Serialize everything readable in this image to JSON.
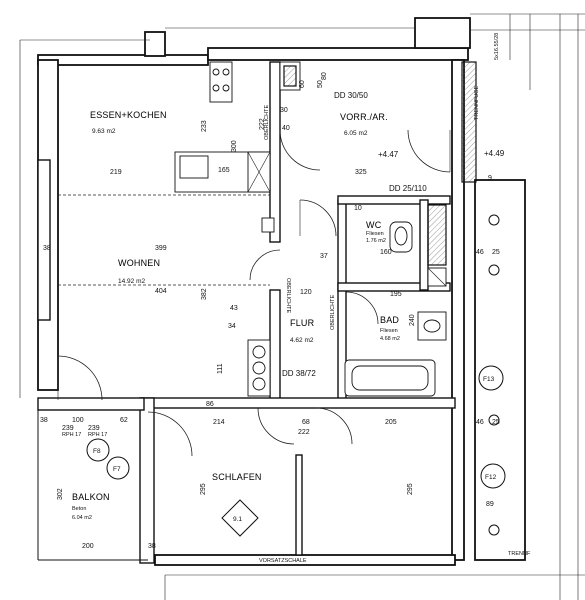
{
  "rooms": {
    "essen_kochen": {
      "name": "ESSEN+KOCHEN",
      "area": "9.63 m2"
    },
    "vorraum": {
      "name": "VORR./AR.",
      "area": "6.05 m2"
    },
    "wohnen": {
      "name": "WOHNEN",
      "area": "14.92 m2"
    },
    "wc": {
      "name": "WC",
      "floor": "Fliesen",
      "area": "1.76 m2"
    },
    "bad": {
      "name": "BAD",
      "floor": "Fliesen",
      "area": "4.68 m2"
    },
    "flur": {
      "name": "FLUR",
      "area": "4.62 m2"
    },
    "schlafen": {
      "name": "SCHLAFEN"
    },
    "balkon": {
      "name": "BALKON",
      "floor": "Beton",
      "area": "6.04 m2"
    }
  },
  "doors": {
    "dd_main": "DD 30/50",
    "dd_wc": "DD 25/110",
    "dd_flur": "DD 38/72"
  },
  "levels": {
    "vorraum": "+4.47",
    "right": "+4.49"
  },
  "tags": {
    "f8": "F8",
    "f7": "F7",
    "f13": "F13",
    "f12": "F12",
    "ref_91": "9.1"
  },
  "labels": {
    "oberlichte_1": "OBERLICHTE",
    "oberlichte_2": "OBERLICHTE",
    "oberlichte_3": "OBERLICHTE",
    "trennfuge_1": "TRENNFUGE",
    "trennfuge_2": "TRENNF",
    "vorsatzschale": "VORSATZSCHALE",
    "top_corner": "5x16.55/28",
    "rph_1": "RPH 17",
    "rph_2": "RPH 17"
  },
  "dimensions": {
    "d219": "219",
    "d325": "325",
    "d399": "399",
    "d404": "404",
    "d38a": "38",
    "d38b": "38",
    "d38c": "38",
    "d233": "233",
    "d300": "300",
    "d165": "165",
    "d382": "382",
    "d120": "120",
    "d195": "195",
    "d160": "160",
    "d214": "214",
    "d205": "205",
    "d222": "222",
    "d302": "302",
    "d295a": "295",
    "d295b": "295",
    "d200": "200",
    "d100": "100",
    "d62": "62",
    "d239a": "239",
    "d239b": "239",
    "d46a": "46",
    "d46b": "46",
    "d25a": "25",
    "d25b": "25",
    "d68": "68",
    "d86": "86",
    "d43": "43",
    "d34": "34",
    "d111": "111",
    "d240": "240",
    "d222b": "222",
    "d30": "30",
    "d40": "40",
    "d50": "50",
    "d60": "60",
    "d9": "9",
    "d10": "10",
    "d37": "37",
    "d89": "89",
    "d80": "80"
  }
}
